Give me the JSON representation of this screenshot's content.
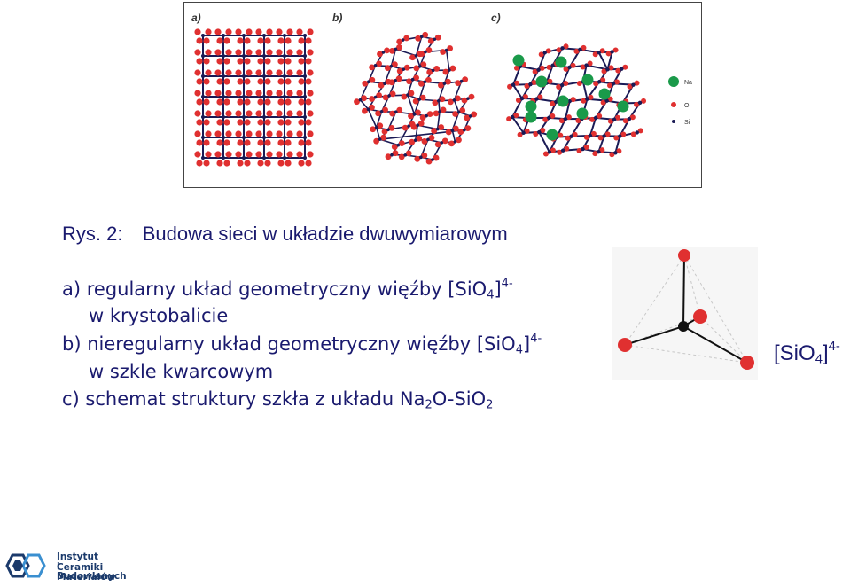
{
  "figure": {
    "panel_labels": [
      "a)",
      "b)",
      "c)"
    ],
    "legend": [
      {
        "label": "Na",
        "color": "#1a9a4a"
      },
      {
        "label": "O",
        "color": "#e03030"
      },
      {
        "label": "Si",
        "color": "#1a1a55"
      }
    ]
  },
  "caption": {
    "prefix": "Rys. 2:",
    "title": "Budowa sieci w układzie dwuwymiarowym"
  },
  "items": {
    "a_line1_text": "a) regularny układ geometryczny więźby [SiO",
    "a_line1_sub": "4",
    "a_line1_close": "]",
    "a_line1_sup": "4-",
    "a_line2": "w krystobalicie",
    "b_line1_text": "b) nieregularny układ geometryczny więźby [SiO",
    "b_line1_sub": "4",
    "b_line1_close": "]",
    "b_line1_sup": "4-",
    "b_line2": "w szkle kwarcowym",
    "c_text": "c) schemat struktury szkła z układu Na",
    "c_sub1": "2",
    "c_mid": "O-SiO",
    "c_sub2": "2"
  },
  "tetra_label": {
    "text": "[SiO",
    "sub": "4",
    "close": "]",
    "sup": "4-"
  },
  "logo": {
    "line1": "Instytut Ceramiki",
    "line2": "i Materiałów",
    "line3": "Budowlanych"
  },
  "colors": {
    "text": "#1a1a6e",
    "oxygen": "#e03030",
    "silicon": "#1a1a55",
    "sodium": "#1a9a4a",
    "logo": "#1b3a6b"
  }
}
